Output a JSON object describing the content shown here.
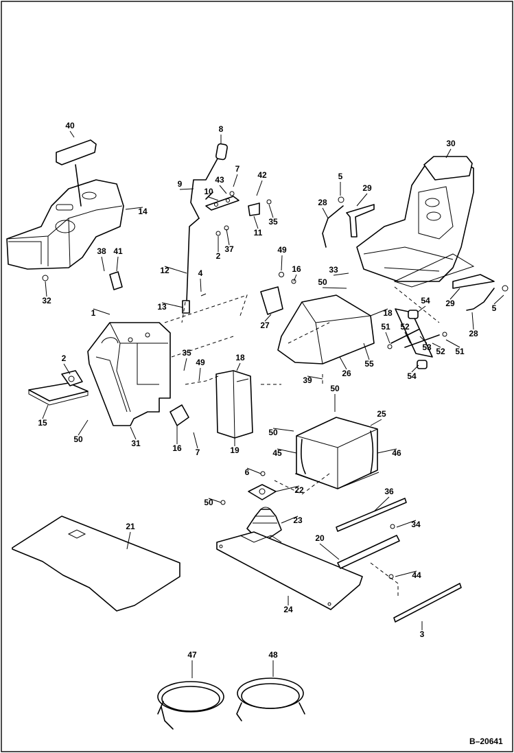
{
  "drawing_number": "B–20641",
  "callouts": [
    {
      "id": "c1",
      "label": "1"
    },
    {
      "id": "c2a",
      "label": "2"
    },
    {
      "id": "c2b",
      "label": "2"
    },
    {
      "id": "c3",
      "label": "3"
    },
    {
      "id": "c4",
      "label": "4"
    },
    {
      "id": "c5a",
      "label": "5"
    },
    {
      "id": "c5b",
      "label": "5"
    },
    {
      "id": "c6",
      "label": "6"
    },
    {
      "id": "c7a",
      "label": "7"
    },
    {
      "id": "c7b",
      "label": "7"
    },
    {
      "id": "c8",
      "label": "8"
    },
    {
      "id": "c9",
      "label": "9"
    },
    {
      "id": "c10",
      "label": "10"
    },
    {
      "id": "c11",
      "label": "11"
    },
    {
      "id": "c12",
      "label": "12"
    },
    {
      "id": "c13",
      "label": "13"
    },
    {
      "id": "c14",
      "label": "14"
    },
    {
      "id": "c15",
      "label": "15"
    },
    {
      "id": "c16a",
      "label": "16"
    },
    {
      "id": "c16b",
      "label": "16"
    },
    {
      "id": "c18a",
      "label": "18"
    },
    {
      "id": "c18b",
      "label": "18"
    },
    {
      "id": "c19",
      "label": "19"
    },
    {
      "id": "c20",
      "label": "20"
    },
    {
      "id": "c21",
      "label": "21"
    },
    {
      "id": "c22",
      "label": "22"
    },
    {
      "id": "c23",
      "label": "23"
    },
    {
      "id": "c24",
      "label": "24"
    },
    {
      "id": "c25",
      "label": "25"
    },
    {
      "id": "c26",
      "label": "26"
    },
    {
      "id": "c27",
      "label": "27"
    },
    {
      "id": "c28a",
      "label": "28"
    },
    {
      "id": "c28b",
      "label": "28"
    },
    {
      "id": "c29a",
      "label": "29"
    },
    {
      "id": "c29b",
      "label": "29"
    },
    {
      "id": "c30",
      "label": "30"
    },
    {
      "id": "c31",
      "label": "31"
    },
    {
      "id": "c32",
      "label": "32"
    },
    {
      "id": "c33",
      "label": "33"
    },
    {
      "id": "c34",
      "label": "34"
    },
    {
      "id": "c35a",
      "label": "35"
    },
    {
      "id": "c35b",
      "label": "35"
    },
    {
      "id": "c36",
      "label": "36"
    },
    {
      "id": "c37",
      "label": "37"
    },
    {
      "id": "c38",
      "label": "38"
    },
    {
      "id": "c39",
      "label": "39"
    },
    {
      "id": "c40",
      "label": "40"
    },
    {
      "id": "c41",
      "label": "41"
    },
    {
      "id": "c42",
      "label": "42"
    },
    {
      "id": "c43",
      "label": "43"
    },
    {
      "id": "c44",
      "label": "44"
    },
    {
      "id": "c45",
      "label": "45"
    },
    {
      "id": "c46",
      "label": "46"
    },
    {
      "id": "c47",
      "label": "47"
    },
    {
      "id": "c48",
      "label": "48"
    },
    {
      "id": "c49a",
      "label": "49"
    },
    {
      "id": "c49b",
      "label": "49"
    },
    {
      "id": "c50a",
      "label": "50"
    },
    {
      "id": "c50b",
      "label": "50"
    },
    {
      "id": "c50c",
      "label": "50"
    },
    {
      "id": "c50d",
      "label": "50"
    },
    {
      "id": "c50e",
      "label": "50"
    },
    {
      "id": "c51a",
      "label": "51"
    },
    {
      "id": "c51b",
      "label": "51"
    },
    {
      "id": "c52a",
      "label": "52"
    },
    {
      "id": "c52b",
      "label": "52"
    },
    {
      "id": "c53",
      "label": "53"
    },
    {
      "id": "c54a",
      "label": "54"
    },
    {
      "id": "c54b",
      "label": "54"
    },
    {
      "id": "c55",
      "label": "55"
    }
  ]
}
